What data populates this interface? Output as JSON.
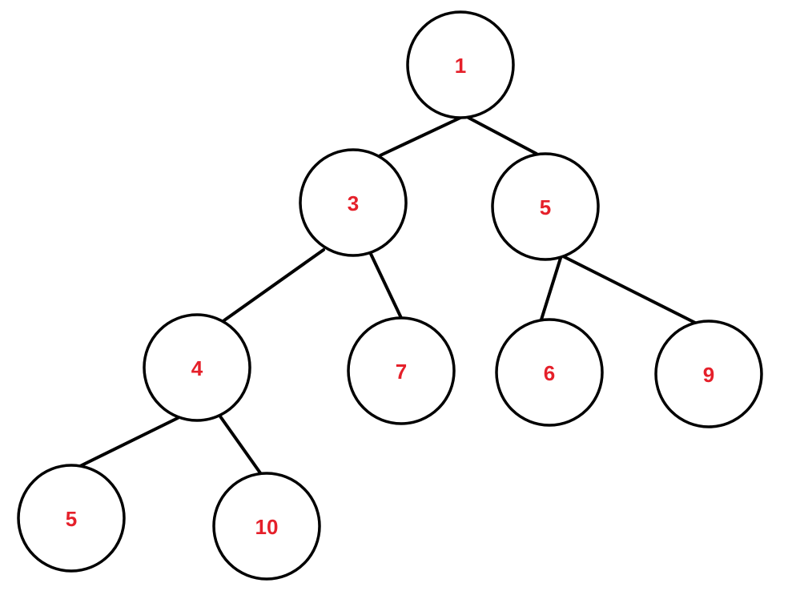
{
  "diagram": {
    "type": "binary-tree",
    "colors": {
      "label": "#e5202a",
      "stroke": "#000000",
      "background": "#ffffff"
    },
    "nodes": [
      {
        "id": "n1",
        "label": "1"
      },
      {
        "id": "n3",
        "label": "3"
      },
      {
        "id": "n5a",
        "label": "5"
      },
      {
        "id": "n4",
        "label": "4"
      },
      {
        "id": "n7",
        "label": "7"
      },
      {
        "id": "n6",
        "label": "6"
      },
      {
        "id": "n9",
        "label": "9"
      },
      {
        "id": "n5b",
        "label": "5"
      },
      {
        "id": "n10",
        "label": "10"
      }
    ],
    "edges": [
      {
        "from": "n1",
        "to": "n3"
      },
      {
        "from": "n1",
        "to": "n5a"
      },
      {
        "from": "n3",
        "to": "n4"
      },
      {
        "from": "n3",
        "to": "n7"
      },
      {
        "from": "n5a",
        "to": "n6"
      },
      {
        "from": "n5a",
        "to": "n9"
      },
      {
        "from": "n4",
        "to": "n5b"
      },
      {
        "from": "n4",
        "to": "n10"
      }
    ]
  }
}
